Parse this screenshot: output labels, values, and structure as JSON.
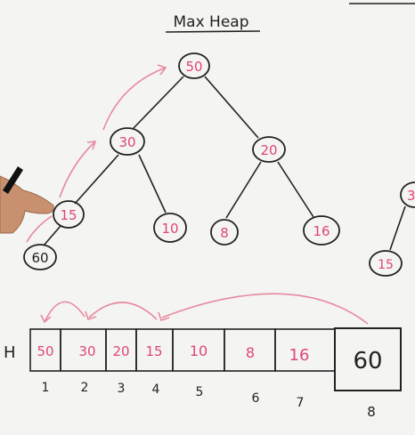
{
  "title": "Max Heap",
  "colors": {
    "ink": "#222222",
    "accent": "#e0457a",
    "arrow": "#e8899f",
    "board": "#f4f4f2"
  },
  "tree": {
    "nodes": [
      {
        "id": "n1",
        "value": "50"
      },
      {
        "id": "n2",
        "value": "30"
      },
      {
        "id": "n3",
        "value": "20"
      },
      {
        "id": "n4",
        "value": "15"
      },
      {
        "id": "n5",
        "value": "10"
      },
      {
        "id": "n6",
        "value": "8"
      },
      {
        "id": "n7",
        "value": "16"
      },
      {
        "id": "n8",
        "value": "60"
      }
    ],
    "side_partial": {
      "value_top": "3",
      "value_bottom": "15"
    }
  },
  "array": {
    "label": "H",
    "cells": [
      {
        "value": "50",
        "index": "1"
      },
      {
        "value": "30",
        "index": "2"
      },
      {
        "value": "20",
        "index": "3"
      },
      {
        "value": "15",
        "index": "4"
      },
      {
        "value": "10",
        "index": "5"
      },
      {
        "value": "8",
        "index": "6"
      },
      {
        "value": "16",
        "index": "7"
      },
      {
        "value": "60",
        "index": "8"
      }
    ]
  }
}
